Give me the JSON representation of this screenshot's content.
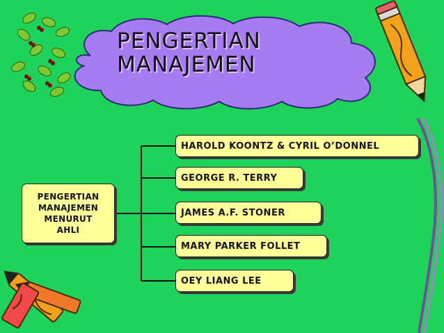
{
  "title": {
    "line1": "PENGERTIAN",
    "line2": "MANAJEMEN"
  },
  "root": {
    "lines": [
      "PENGERTIAN",
      "MANAJEMEN",
      "MENURUT",
      "AHLI"
    ]
  },
  "experts": [
    {
      "label": "HAROLD KOONTZ & CYRIL O’DONNEL"
    },
    {
      "label": "GEORGE R. TERRY"
    },
    {
      "label": "JAMES A.F. STONER"
    },
    {
      "label": "MARY PARKER FOLLET"
    },
    {
      "label": "OEY LIANG LEE"
    }
  ],
  "colors": {
    "background": "#1fd25a",
    "box_fill": "#ffff99",
    "cloud_fill": "#a67cf0",
    "line": "#111111"
  },
  "icons": [
    "ants-leaves-clipart",
    "pencil-clipart",
    "crayons-clipart",
    "cloud-shape"
  ]
}
